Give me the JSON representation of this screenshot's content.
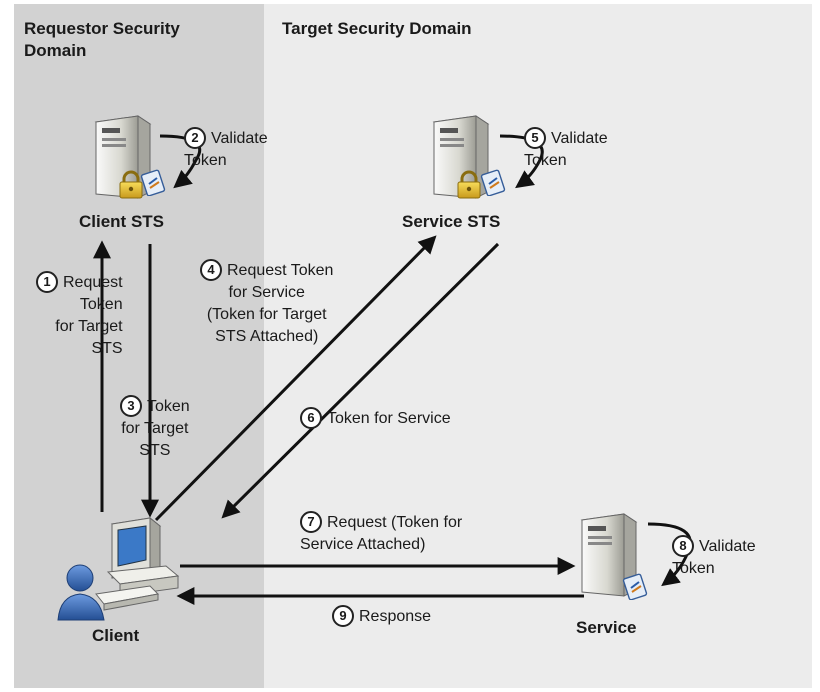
{
  "domains": {
    "requestor": "Requestor Security\nDomain",
    "target": "Target Security Domain"
  },
  "nodes": {
    "client_sts": "Client STS",
    "service_sts": "Service STS",
    "client": "Client",
    "service": "Service"
  },
  "steps": [
    {
      "num": "1",
      "text": "Request\nToken\nfor Target\nSTS"
    },
    {
      "num": "2",
      "text": "Validate\nToken"
    },
    {
      "num": "3",
      "text": "Token\nfor Target\nSTS"
    },
    {
      "num": "4",
      "text": "Request Token\nfor Service\n(Token for Target\nSTS Attached)"
    },
    {
      "num": "5",
      "text": "Validate\nToken"
    },
    {
      "num": "6",
      "text": "Token for Service"
    },
    {
      "num": "7",
      "text": "Request (Token for\nService Attached)"
    },
    {
      "num": "8",
      "text": "Validate\nToken"
    },
    {
      "num": "9",
      "text": "Response"
    }
  ],
  "icons": {
    "server": "server-with-lock-icon",
    "computer": "desktop-computer-icon",
    "user": "user-icon"
  },
  "colors": {
    "requestor_bg": "#d2d2d2",
    "target_bg": "#ececec",
    "arrow": "#111111",
    "user_blue": "#3b6fb5"
  }
}
